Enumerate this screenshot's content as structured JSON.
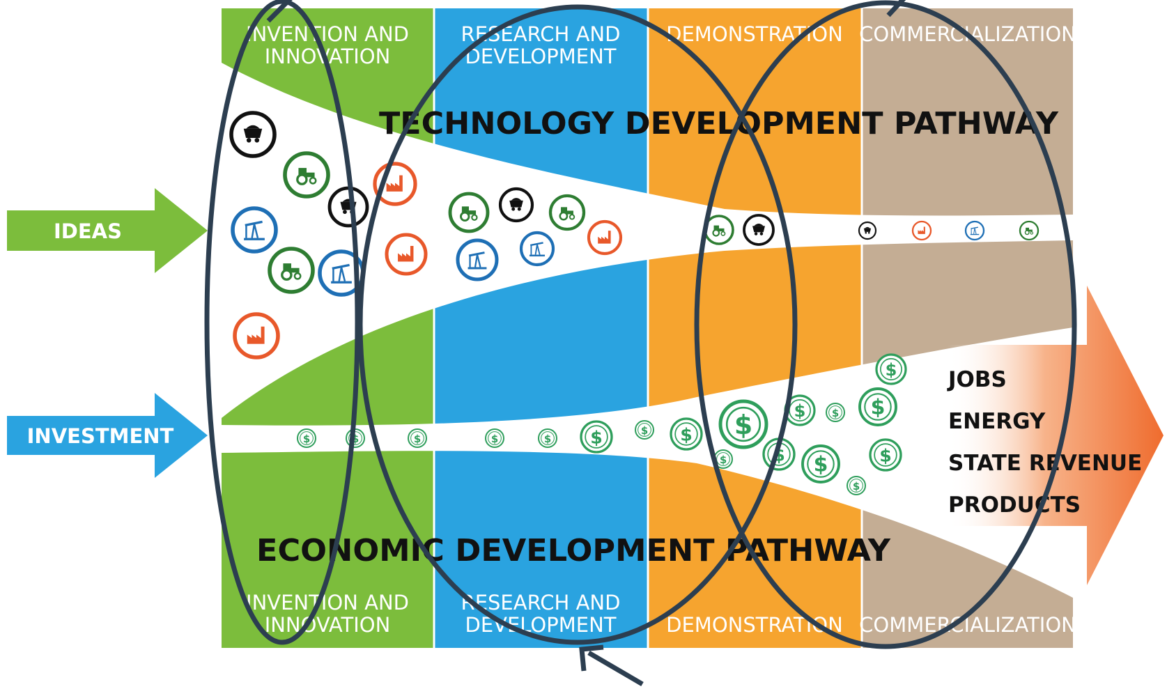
{
  "stages": [
    {
      "label_line1": "INVENTION AND",
      "label_line2": "INNOVATION",
      "color": "#7cbd3c"
    },
    {
      "label_line1": "RESEARCH AND",
      "label_line2": "DEVELOPMENT",
      "color": "#2aa3e0"
    },
    {
      "label_line1": "DEMONSTRATION",
      "label_line2": "",
      "color": "#f6a42f"
    },
    {
      "label_line1": "COMMERCIALIZATION",
      "label_line2": "",
      "color": "#c4ad94"
    }
  ],
  "pathways": {
    "technology": "TECHNOLOGY DEVELOPMENT PATHWAY",
    "economic": "ECONOMIC DEVELOPMENT PATHWAY"
  },
  "inputs": {
    "ideas": {
      "label": "IDEAS",
      "color": "#7cbd3c"
    },
    "investment": {
      "label": "INVESTMENT",
      "color": "#2aa3e0"
    }
  },
  "outputs": [
    "JOBS",
    "ENERGY",
    "STATE REVENUE",
    "PRODUCTS"
  ],
  "output_arrow_color": "#ef6c2e",
  "icon_colors": {
    "coal-cart-icon": "#111111",
    "tractor-icon": "#2e7d32",
    "oil-pump-icon": "#1e6fb5",
    "factory-icon": "#e8582a",
    "dollar-coin-icon": "#2e9e5b"
  },
  "dollar_symbol": "$",
  "annotation_color": "#2c3e50"
}
